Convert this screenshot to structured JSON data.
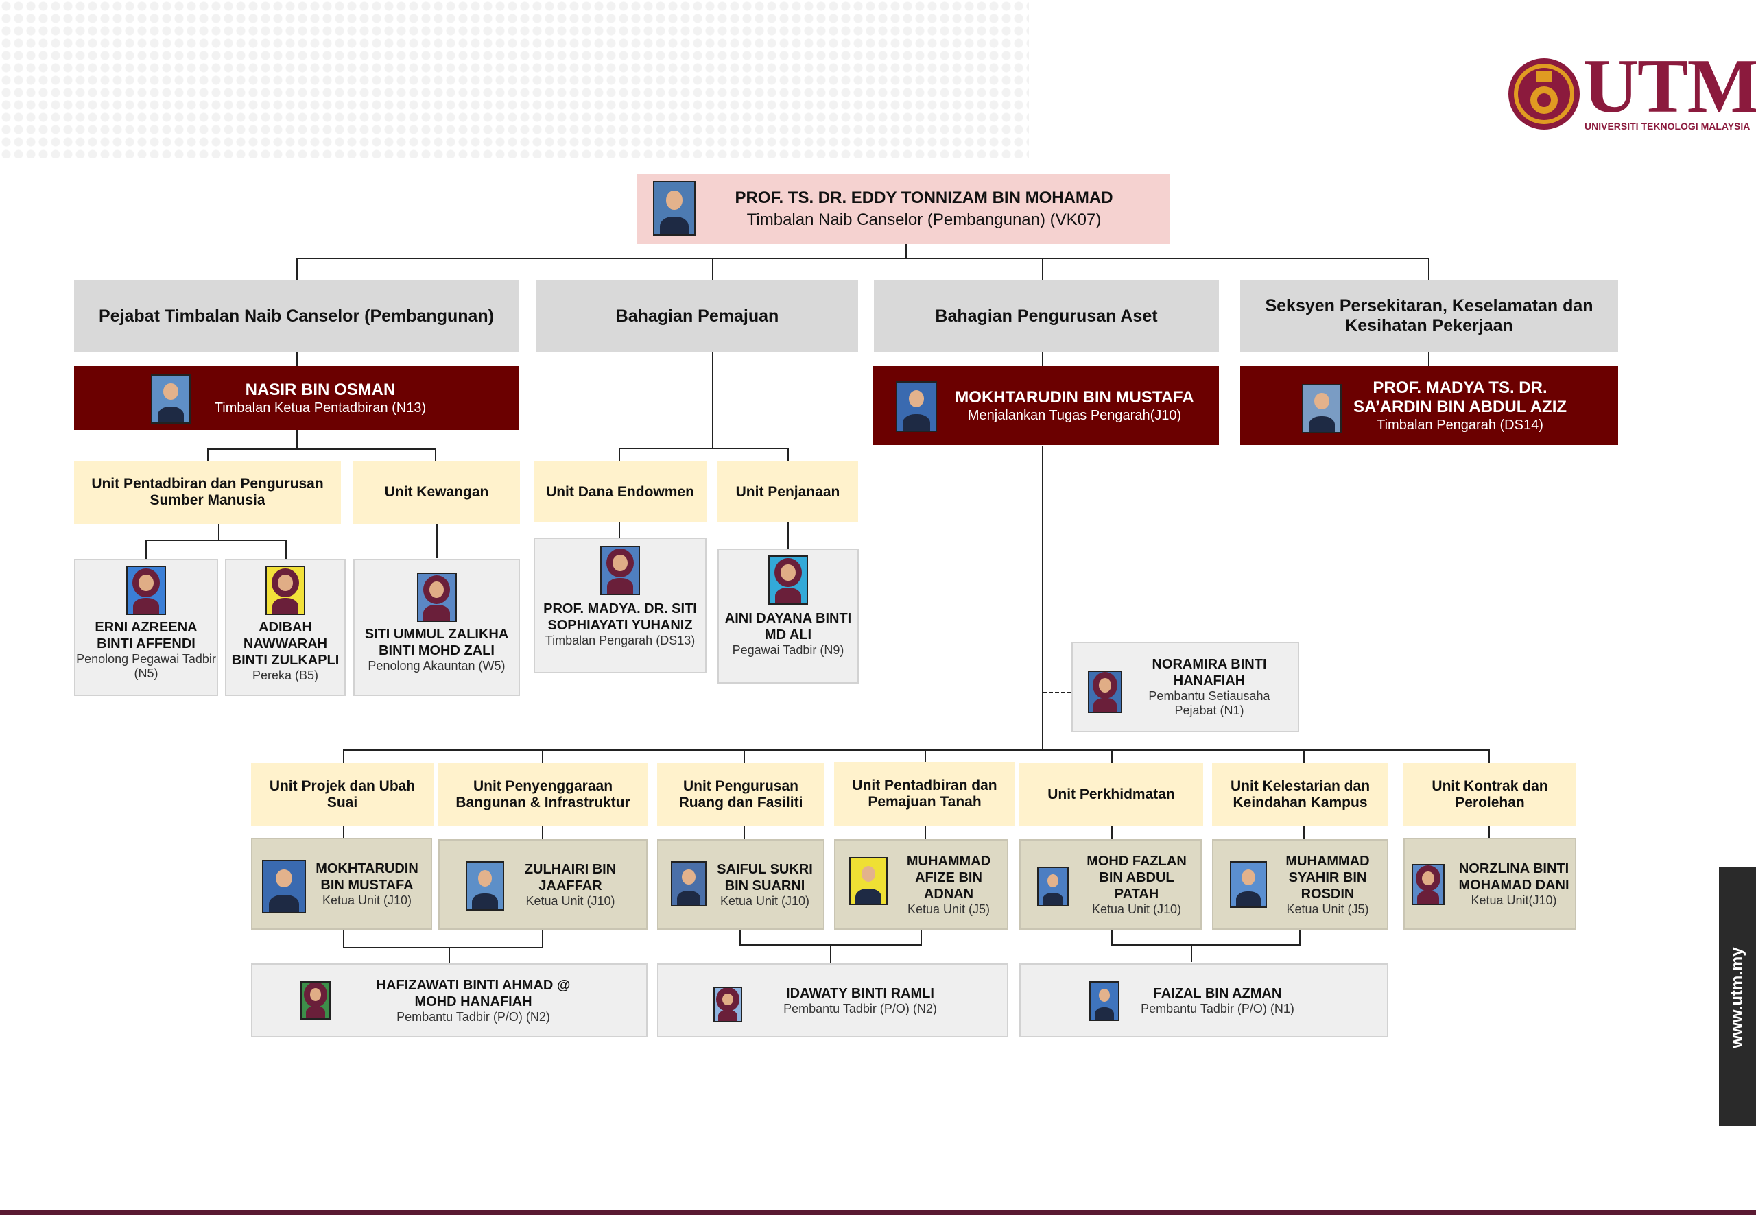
{
  "logo": {
    "name": "UTM",
    "subtitle": "UNIVERSITI TEKNOLOGI MALAYSIA"
  },
  "side_tab": {
    "text": "www.utm.my"
  },
  "colors": {
    "head_bg": "#f5d2d0",
    "dept_bg": "#d9d9d9",
    "maroon": "#6b0000",
    "unit_bg": "#fff2cc",
    "card_bg": "#efefef",
    "team_bg": "#ddd9c4",
    "brand": "#8b1a3d"
  },
  "top": {
    "name": "PROF. TS. DR. EDDY TONNIZAM BIN MOHAMAD",
    "role": "Timbalan Naib Canselor (Pembangunan) (VK07)",
    "photo": "person-photo"
  },
  "departments": [
    {
      "title": "Pejabat Timbalan Naib Canselor (Pembangunan)"
    },
    {
      "title": "Bahagian Pemajuan"
    },
    {
      "title": "Bahagian Pengurusan Aset"
    },
    {
      "title": "Seksyen Persekitaran, Keselamatan dan Kesihatan Pekerjaan"
    }
  ],
  "heads": [
    {
      "name": "NASIR BIN OSMAN",
      "role": "Timbalan Ketua Pentadbiran (N13)"
    },
    {
      "name": "MOKHTARUDIN BIN MUSTAFA",
      "role": "Menjalankan Tugas Pengarah(J10)"
    },
    {
      "name": "PROF. MADYA TS. DR. SA’ARDIN BIN ABDUL AZIZ",
      "role": "Timbalan Pengarah (DS14)"
    }
  ],
  "pejabat_units": [
    {
      "title": "Unit Pentadbiran dan Pengurusan Sumber Manusia"
    },
    {
      "title": "Unit Kewangan"
    }
  ],
  "pejabat_staff": [
    {
      "name": "ERNI AZREENA BINTI AFFENDI",
      "role": "Penolong Pegawai Tadbir (N5)"
    },
    {
      "name": "ADIBAH NAWWARAH BINTI ZULKAPLI",
      "role": "Pereka (B5)"
    },
    {
      "name": "SITI UMMUL ZALIKHA BINTI MOHD ZALI",
      "role": "Penolong Akauntan (W5)"
    }
  ],
  "pemajuan_units": [
    {
      "title": "Unit Dana Endowmen"
    },
    {
      "title": "Unit Penjanaan"
    }
  ],
  "pemajuan_staff": [
    {
      "name": "PROF. MADYA. DR. SITI SOPHIAYATI YUHANIZ",
      "role": "Timbalan Pengarah (DS13)"
    },
    {
      "name": "AINI DAYANA BINTI MD ALI",
      "role": "Pegawai Tadbir (N9)"
    }
  ],
  "secretary": {
    "name": "NORAMIRA BINTI HANAFIAH",
    "role": "Pembantu Setiausaha Pejabat (N1)"
  },
  "aset_units": [
    {
      "title": "Unit Projek dan Ubah Suai"
    },
    {
      "title": "Unit Penyenggaraan Bangunan & Infrastruktur"
    },
    {
      "title": "Unit Pengurusan Ruang dan Fasiliti"
    },
    {
      "title": "Unit Pentadbiran dan Pemajuan Tanah"
    },
    {
      "title": "Unit Perkhidmatan"
    },
    {
      "title": "Unit Kelestarian dan Keindahan Kampus"
    },
    {
      "title": "Unit Kontrak dan Perolehan"
    }
  ],
  "aset_heads": [
    {
      "name": "MOKHTARUDIN BIN MUSTAFA",
      "role": "Ketua Unit (J10)"
    },
    {
      "name": "ZULHAIRI BIN JAAFFAR",
      "role": "Ketua Unit (J10)"
    },
    {
      "name": "SAIFUL SUKRI BIN SUARNI",
      "role": "Ketua Unit (J10)"
    },
    {
      "name": "MUHAMMAD AFIZE BIN ADNAN",
      "role": "Ketua Unit (J5)"
    },
    {
      "name": "MOHD FAZLAN BIN ABDUL PATAH",
      "role": "Ketua Unit (J10)"
    },
    {
      "name": "MUHAMMAD SYAHIR BIN ROSDIN",
      "role": "Ketua Unit (J5)"
    },
    {
      "name": "NORZLINA BINTI MOHAMAD DANI",
      "role": "Ketua Unit(J10)"
    }
  ],
  "aset_staff": [
    {
      "name": "HAFIZAWATI BINTI AHMAD @ MOHD HANAFIAH",
      "role": "Pembantu Tadbir (P/O) (N2)"
    },
    {
      "name": "IDAWATY BINTI RAMLI",
      "role": "Pembantu Tadbir (P/O) (N2)"
    },
    {
      "name": "FAIZAL BIN AZMAN",
      "role": "Pembantu Tadbir (P/O) (N1)"
    }
  ]
}
